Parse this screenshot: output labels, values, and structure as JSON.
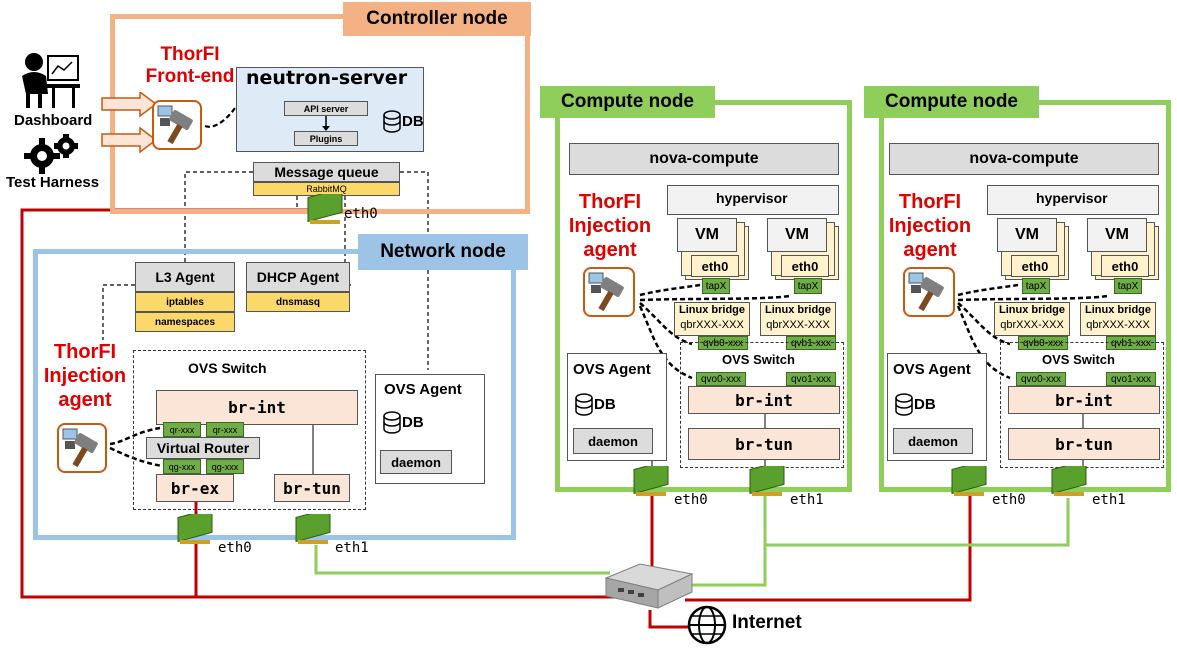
{
  "controller": {
    "title": "Controller node",
    "frontend_label": "ThorFI Front-end",
    "dashboard": "Dashboard",
    "test_harness": "Test Harness",
    "neutron_server": "neutron-server",
    "api_server": "API server",
    "plugins": "Plugins",
    "db": "DB",
    "message_queue": "Message queue",
    "rabbitmq": "RabbitMQ",
    "eth0": "eth0"
  },
  "network": {
    "title": "Network node",
    "l3_agent": "L3 Agent",
    "iptables": "iptables",
    "namespaces": "namespaces",
    "dhcp_agent": "DHCP Agent",
    "dnsmasq": "dnsmasq",
    "injection_label": "ThorFI Injection agent",
    "ovs_switch": "OVS Switch",
    "br_int": "br-int",
    "virtual_router": "Virtual Router",
    "qr1": "qr-xxx",
    "qr2": "qr-xxx",
    "qg1": "qg-xxx",
    "qg2": "qg-xxx",
    "br_ex": "br-ex",
    "br_tun": "br-tun",
    "ovs_agent": "OVS Agent",
    "db": "DB",
    "daemon": "daemon",
    "eth0": "eth0",
    "eth1": "eth1"
  },
  "compute": [
    {
      "title": "Compute node",
      "nova": "nova-compute",
      "hypervisor": "hypervisor",
      "injection_label": "ThorFI Injection agent",
      "vm1": "VM",
      "vm2": "VM",
      "eth0a": "eth0",
      "eth0b": "eth0",
      "tap1": "tapX",
      "tap2": "tapX",
      "lb1": "Linux bridge",
      "lb1_id": "qbrXXX-XXX",
      "lb2": "Linux bridge",
      "lb2_id": "qbrXXX-XXX",
      "qvb0": "qvb0-xxx",
      "qvb1": "qvb1-xxx",
      "ovs_switch": "OVS Switch",
      "qvo0": "qvo0-xxx",
      "qvo1": "qvo1-xxx",
      "br_int": "br-int",
      "br_tun": "br-tun",
      "ovs_agent": "OVS Agent",
      "db": "DB",
      "daemon": "daemon",
      "eth0": "eth0",
      "eth1": "eth1"
    },
    {
      "title": "Compute node",
      "nova": "nova-compute",
      "hypervisor": "hypervisor",
      "injection_label": "ThorFI Injection agent",
      "vm1": "VM",
      "vm2": "VM",
      "eth0a": "eth0",
      "eth0b": "eth0",
      "tap1": "tapX",
      "tap2": "tapX",
      "lb1": "Linux bridge",
      "lb1_id": "qbrXXX-XXX",
      "lb2": "Linux bridge",
      "lb2_id": "qbrXXX-XXX",
      "qvb0": "qvb0-xxx",
      "qvb1": "qvb1-xxx",
      "ovs_switch": "OVS Switch",
      "qvo0": "qvo0-xxx",
      "qvo1": "qvo1-xxx",
      "br_int": "br-int",
      "br_tun": "br-tun",
      "ovs_agent": "OVS Agent",
      "db": "DB",
      "daemon": "daemon",
      "eth0": "eth0",
      "eth1": "eth1"
    }
  ],
  "internet": "Internet",
  "colors": {
    "controller_frame": "#f4b183",
    "network_frame": "#9dc3e6",
    "compute_frame": "#8fce5a",
    "red_link": "#c00000",
    "green_link": "#8fce5a",
    "thorfi_red": "#e00000",
    "yellow": "#fbd86a",
    "peach": "#fbe5d6",
    "port_green": "#70ad47"
  }
}
